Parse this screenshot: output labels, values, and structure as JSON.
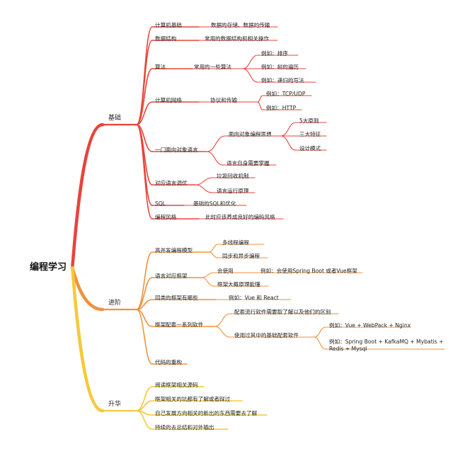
{
  "root": "编程学习",
  "colors": {
    "red": "#e8433a",
    "orange": "#f0923b",
    "yellow": "#f6c83a"
  },
  "branches": [
    {
      "label": "基础",
      "color": "red",
      "children": [
        {
          "label": "计算机基础",
          "children": [
            {
              "label": "数据的存储、数据的传输"
            }
          ]
        },
        {
          "label": "数据结构",
          "children": [
            {
              "label": "常用的数据结构和相关操作"
            }
          ]
        },
        {
          "label": "算法",
          "children": [
            {
              "label": "常用的一些算法",
              "children": [
                {
                  "label": "例如：排序"
                },
                {
                  "label": "例如：树的遍历"
                },
                {
                  "label": "例如：递归的写法"
                }
              ]
            }
          ]
        },
        {
          "label": "计算机网络",
          "children": [
            {
              "label": "协议和传输",
              "children": [
                {
                  "label": "例如：TCP/UDP"
                },
                {
                  "label": "例如：HTTP"
                }
              ]
            }
          ]
        },
        {
          "label": "一门面向对象语言",
          "children": [
            {
              "label": "面向对象编程思想",
              "children": [
                {
                  "label": "5大原则"
                },
                {
                  "label": "三大特征"
                },
                {
                  "label": "设计模式"
                }
              ]
            },
            {
              "label": "语言自身需要掌握"
            }
          ]
        },
        {
          "label": "对应语言调优",
          "children": [
            {
              "label": "垃圾回收机制"
            },
            {
              "label": "语言运行原理"
            }
          ]
        },
        {
          "label": "SQL",
          "children": [
            {
              "label": "基础的SQL和优化"
            }
          ]
        },
        {
          "label": "编程风格",
          "children": [
            {
              "label": "此时应该养成良好的编码风格"
            }
          ]
        }
      ]
    },
    {
      "label": "进阶",
      "color": "orange",
      "children": [
        {
          "label": "高并发编程模型",
          "children": [
            {
              "label": "多线程编程"
            },
            {
              "label": "同步和异步编程"
            }
          ]
        },
        {
          "label": "语言对应框架",
          "children": [
            {
              "label": "会使用",
              "children": [
                {
                  "label": "例如：会使用Spring Boot 或者Vue框架"
                }
              ]
            },
            {
              "label": "框架大概原理能懂"
            }
          ]
        },
        {
          "label": "同类的框架有哪些",
          "children": [
            {
              "label": "例如：Vue 和 React"
            }
          ]
        },
        {
          "label": "框架配套一系列软件",
          "children": [
            {
              "label": "配套流行软件需要取了解以及他们的区别"
            },
            {
              "label": "使用过其中的基础配套软件",
              "children": [
                {
                  "label": "例如：Vue + WebPack + Nginx"
                },
                {
                  "label": "例如：Spring Boot + KafkaMQ + Mybatis + Redis + Mysql"
                }
              ]
            }
          ]
        },
        {
          "label": "代码的重构"
        }
      ]
    },
    {
      "label": "升华",
      "color": "yellow",
      "children": [
        {
          "label": "阅读框架相关源码"
        },
        {
          "label": "框架相关的坑都有了解或者踩过"
        },
        {
          "label": "自己发展方向相关的新出的东西需要去了解"
        },
        {
          "label": "持续的去总结和对外输出"
        }
      ]
    }
  ]
}
